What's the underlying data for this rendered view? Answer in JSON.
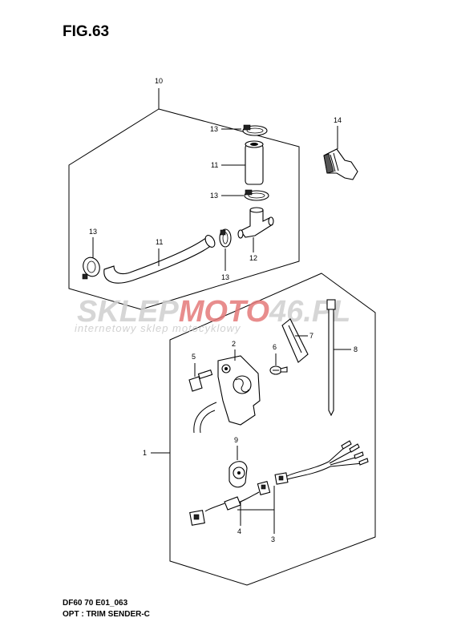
{
  "figure": {
    "title": "FIG.63"
  },
  "watermark": {
    "brand_a": "SKLEP",
    "brand_b": "MOTO",
    "brand_c": "46",
    "brand_d": ".PL",
    "tagline": "internetowy sklep motocyklowy"
  },
  "footer": {
    "model_code": "DF60 70 E01_063",
    "option_label": "OPT : TRIM SENDER-C"
  },
  "callouts": {
    "c10": "10",
    "c13a": "13",
    "c11a": "11",
    "c13b": "13",
    "c13c": "13",
    "c11b": "11",
    "c12": "12",
    "c13d": "13",
    "c14": "14",
    "c2": "2",
    "c5": "5",
    "c6": "6",
    "c7": "7",
    "c8": "8",
    "c1": "1",
    "c9": "9",
    "c4": "4",
    "c3": "3"
  },
  "colors": {
    "watermark_grey": "#cfcfcf",
    "watermark_red": "#e06060"
  }
}
